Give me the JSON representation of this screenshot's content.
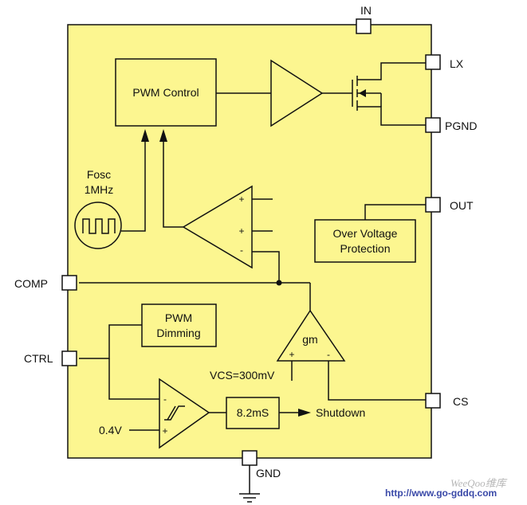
{
  "pins": {
    "in": "IN",
    "lx": "LX",
    "pgnd": "PGND",
    "out": "OUT",
    "comp": "COMP",
    "ctrl": "CTRL",
    "cs": "CS",
    "gnd": "GND"
  },
  "blocks": {
    "pwm_control": "PWM Control",
    "osc_line1": "Fosc",
    "osc_line2": "1MHz",
    "ovp_line1": "Over Voltage",
    "ovp_line2": "Protection",
    "dimming_line1": "PWM",
    "dimming_line2": "Dimming",
    "gm": "gm",
    "delay": "8.2mS",
    "shutdown": "Shutdown"
  },
  "signs": {
    "plus": "+",
    "minus": "-"
  },
  "labels": {
    "vcs": "VCS=300mV",
    "vref": "0.4V"
  },
  "watermark": {
    "url": "http://www.go-gddq.com",
    "brand": "WeeQoo维库"
  },
  "colors": {
    "chip_fill": "#fcf690",
    "stroke": "#111111"
  }
}
